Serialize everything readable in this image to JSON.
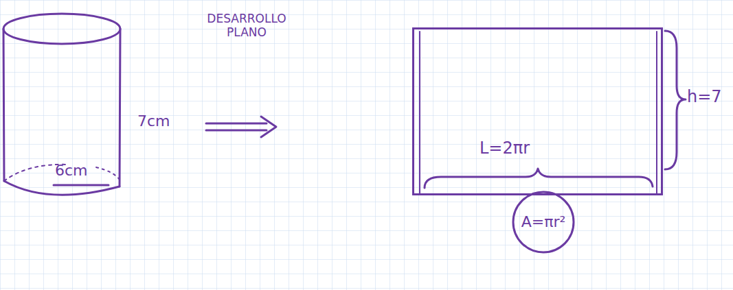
{
  "diagram": {
    "nodes": [
      {
        "text": [
          "L=2πr"
        ]
      },
      {
        "text": [
          "A=πr²"
        ]
      }
    ],
    "labels": [
      "7cm",
      "6cm",
      "DESARROLLO PLANO",
      "h=7"
    ]
  }
}
